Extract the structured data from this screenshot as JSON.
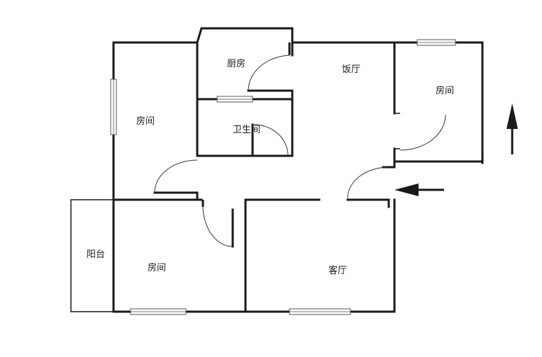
{
  "rooms": {
    "kitchen": "厨房",
    "dining": "饭厅",
    "bedroom_left": "房间",
    "bedroom_right": "房间",
    "bathroom": "卫生间",
    "balcony": "阳台",
    "bedroom_bottom": "房间",
    "living": "客厅"
  },
  "arrows": {
    "north": "north-arrow-icon",
    "entrance": "entrance-arrow-icon"
  },
  "colors": {
    "wall": "#1a1a1a",
    "background": "#ffffff"
  }
}
